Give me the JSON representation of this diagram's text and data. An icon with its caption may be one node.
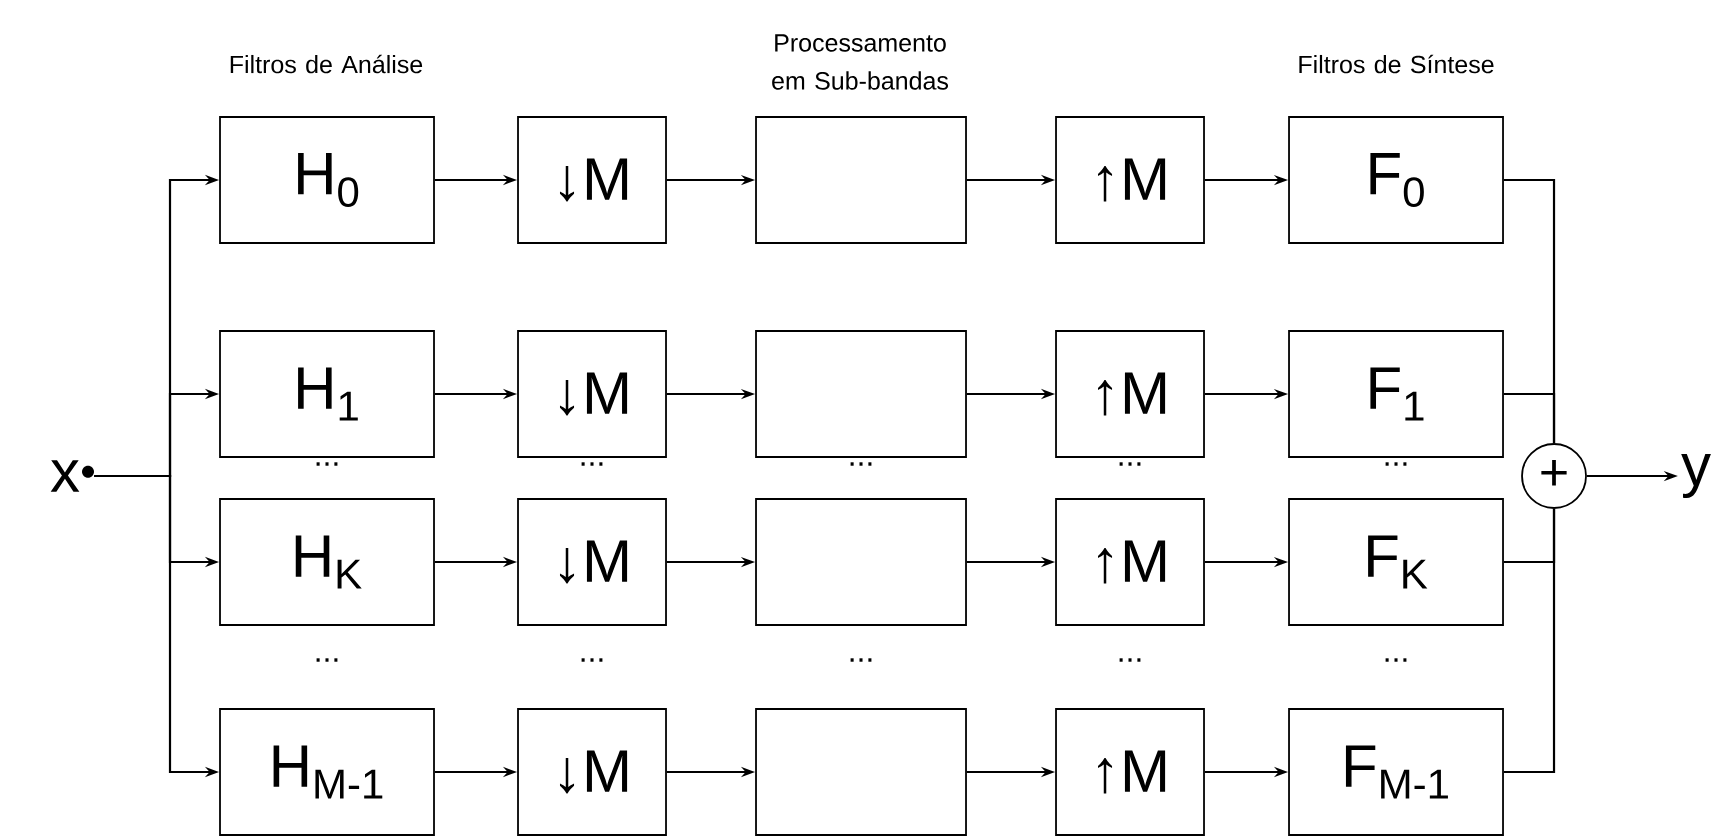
{
  "diagram": {
    "nodes": [
      {
        "text": [
          "x"
        ]
      },
      {
        "text": [
          "H$_{0}$"
        ]
      },
      {
        "text": [
          "↓M"
        ]
      },
      {
        "text": [],
        "shape": "box"
      },
      {
        "text": [
          "↑M"
        ]
      },
      {
        "text": [
          "F$_{0}$"
        ]
      },
      {
        "text": [
          "H$_{1}$"
        ]
      },
      {
        "text": [
          "↓M"
        ]
      },
      {
        "text": [],
        "shape": "box"
      },
      {
        "text": [
          "↑M"
        ]
      },
      {
        "text": [
          "F$_{1}$"
        ]
      },
      {
        "text": [
          "H$_{K}$"
        ]
      },
      {
        "text": [
          "↓M"
        ]
      },
      {
        "text": [],
        "shape": "box"
      },
      {
        "text": [
          "↑M"
        ]
      },
      {
        "text": [
          "F$_{K}$"
        ]
      },
      {
        "text": [
          "H$_{M-1}$"
        ]
      },
      {
        "text": [
          "↓M"
        ]
      },
      {
        "text": [],
        "shape": "box"
      },
      {
        "text": [
          "↑M"
        ]
      },
      {
        "text": [
          "F$_{M-1}$"
        ]
      },
      {
        "text": [
          "+"
        ]
      },
      {
        "text": [
          "y"
        ]
      }
    ],
    "edges": [
      {
        "from": 0,
        "to": 1,
        "arrow": "to"
      },
      {
        "from": 0,
        "to": 6,
        "arrow": "to"
      },
      {
        "from": 0,
        "to": 11,
        "arrow": "to"
      },
      {
        "from": 0,
        "to": 16,
        "arrow": "to"
      },
      {
        "from": 1,
        "to": 2,
        "arrow": "to"
      },
      {
        "from": 2,
        "to": 3,
        "arrow": "to"
      },
      {
        "from": 3,
        "to": 4,
        "arrow": "to"
      },
      {
        "from": 4,
        "to": 5,
        "arrow": "to"
      },
      {
        "from": 6,
        "to": 7,
        "arrow": "to"
      },
      {
        "from": 7,
        "to": 8,
        "arrow": "to"
      },
      {
        "from": 8,
        "to": 9,
        "arrow": "to"
      },
      {
        "from": 9,
        "to": 10,
        "arrow": "to"
      },
      {
        "from": 11,
        "to": 12,
        "arrow": "to"
      },
      {
        "from": 12,
        "to": 13,
        "arrow": "to"
      },
      {
        "from": 13,
        "to": 14,
        "arrow": "to"
      },
      {
        "from": 14,
        "to": 15,
        "arrow": "to"
      },
      {
        "from": 16,
        "to": 17,
        "arrow": "to"
      },
      {
        "from": 17,
        "to": 18,
        "arrow": "to"
      },
      {
        "from": 18,
        "to": 19,
        "arrow": "to"
      },
      {
        "from": 19,
        "to": 20,
        "arrow": "to"
      },
      {
        "from": 5,
        "to": 21,
        "arrow": "none"
      },
      {
        "from": 10,
        "to": 21,
        "arrow": "none"
      },
      {
        "from": 15,
        "to": 21,
        "arrow": "none"
      },
      {
        "from": 20,
        "to": 21,
        "arrow": "none"
      },
      {
        "from": 21,
        "to": 22,
        "arrow": "to"
      }
    ],
    "labels": [
      "Filtros de Análise",
      "Processamento em Sub-bandas",
      "Filtros de Síntese",
      "...",
      "...",
      "...",
      "...",
      "...",
      "...",
      "...",
      "...",
      "...",
      "..."
    ]
  }
}
